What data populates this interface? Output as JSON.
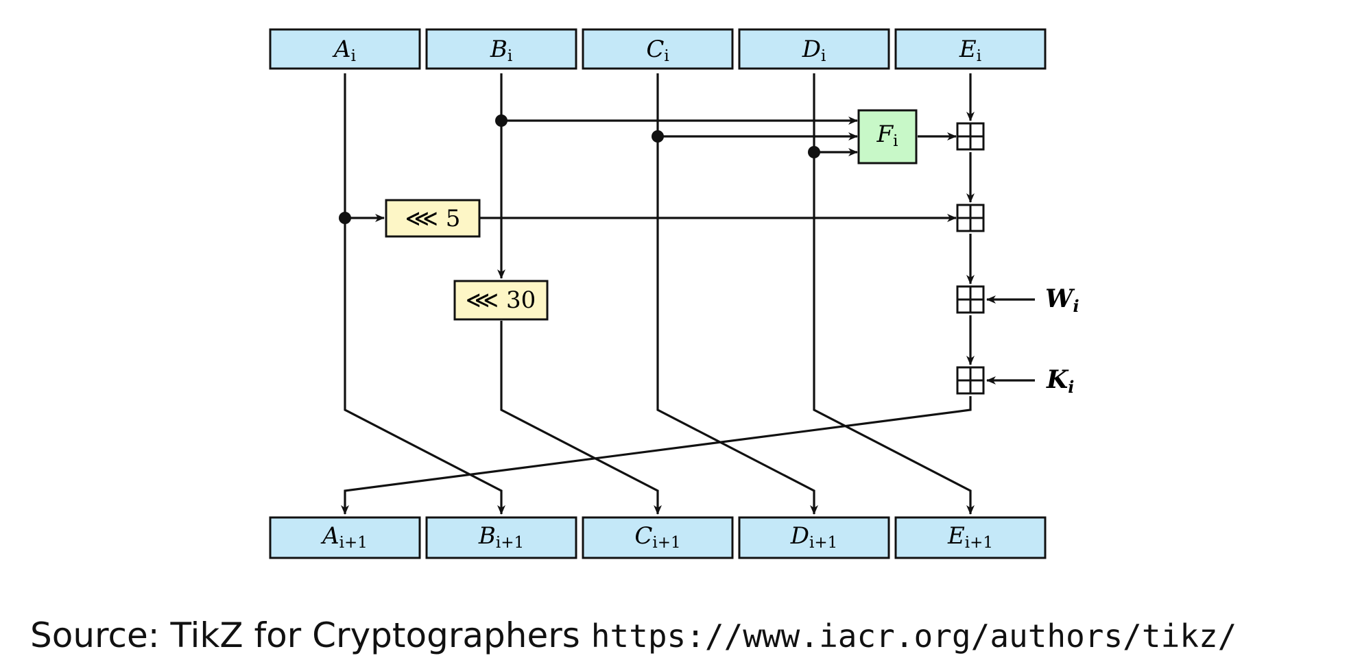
{
  "inputs": [
    {
      "base": "A",
      "sub": "i"
    },
    {
      "base": "B",
      "sub": "i"
    },
    {
      "base": "C",
      "sub": "i"
    },
    {
      "base": "D",
      "sub": "i"
    },
    {
      "base": "E",
      "sub": "i"
    }
  ],
  "outputs": [
    {
      "base": "A",
      "sub": "i+1"
    },
    {
      "base": "B",
      "sub": "i+1"
    },
    {
      "base": "C",
      "sub": "i+1"
    },
    {
      "base": "D",
      "sub": "i+1"
    },
    {
      "base": "E",
      "sub": "i+1"
    }
  ],
  "function_box": {
    "base": "F",
    "sub": "i"
  },
  "rotate_a": "⋘ 5",
  "rotate_b": "⋘ 30",
  "inputs_right": [
    {
      "base": "W",
      "sub": "i"
    },
    {
      "base": "K",
      "sub": "i"
    }
  ],
  "caption": {
    "source": "Source:  TikZ for Cryptographers ",
    "url": "https://www.iacr.org/authors/tikz/"
  }
}
